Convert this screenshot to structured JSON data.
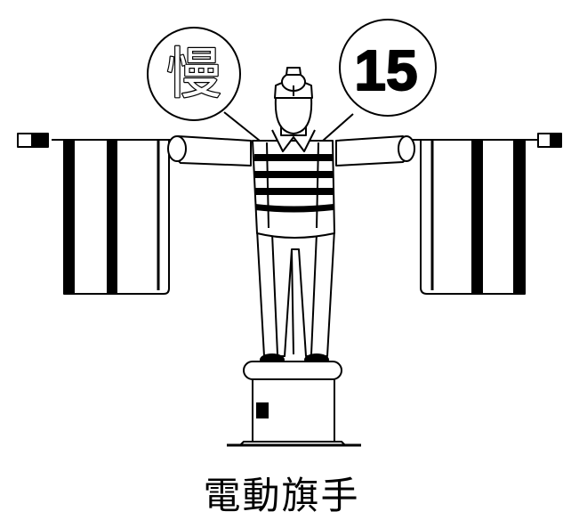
{
  "caption": "電動旗手",
  "left_sign": {
    "text": "慢"
  },
  "right_sign": {
    "text": "15"
  },
  "colors": {
    "ink": "#000000",
    "paper": "#ffffff"
  }
}
